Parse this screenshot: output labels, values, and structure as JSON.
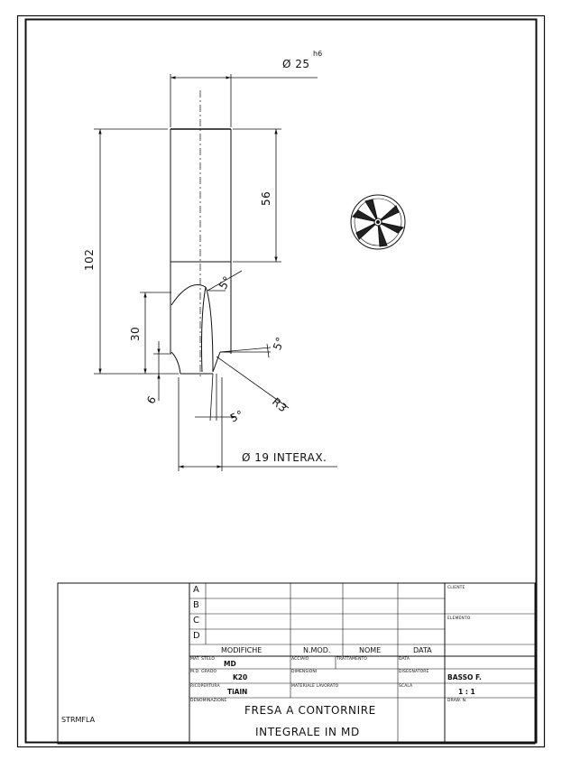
{
  "dimensions": {
    "diameter_shank": "Ø 25",
    "tolerance": "h6",
    "length_total": "102",
    "length_shank": "56",
    "length_cut": "30",
    "length_tip": "6",
    "angle_top": "5°",
    "angle_side": "5°",
    "angle_bottom": "5°",
    "radius": "R3",
    "center_distance": "Ø 19 INTERAX."
  },
  "title_block": {
    "revision_rows": [
      "A",
      "B",
      "C",
      "D"
    ],
    "headers": {
      "modifiche": "MODIFICHE",
      "nmod": "N.MOD.",
      "nome": "NOME",
      "data": "DATA"
    },
    "labels": {
      "cliente": "CLIENTE",
      "elemento": "ELEMENTO",
      "mat_stelo": "MAT. STELO",
      "acciaio": "ACCIAIO",
      "trattamento": "TRATTAMENTO",
      "data": "DATA",
      "md_grado": "M.D. GRADO",
      "dimensioni": "DIMENSIONI",
      "disegnatore": "DISEGNATORE",
      "ricopertura": "RICOPERTURA",
      "materiale": "MATERIALE LAVORATO",
      "scala": "SCALA",
      "denominazione": "DENOMINAZIONE",
      "draw_n": "DRAW. N."
    },
    "values": {
      "mat_stelo": "MD",
      "md_grado": "K20",
      "ricopertura": "TiAlN",
      "disegnatore": "BASSO F.",
      "scala": "1 : 1"
    },
    "title_line1": "FRESA A CONTORNIRE",
    "title_line2": "INTEGRALE IN MD",
    "code": "STRMFLA"
  }
}
